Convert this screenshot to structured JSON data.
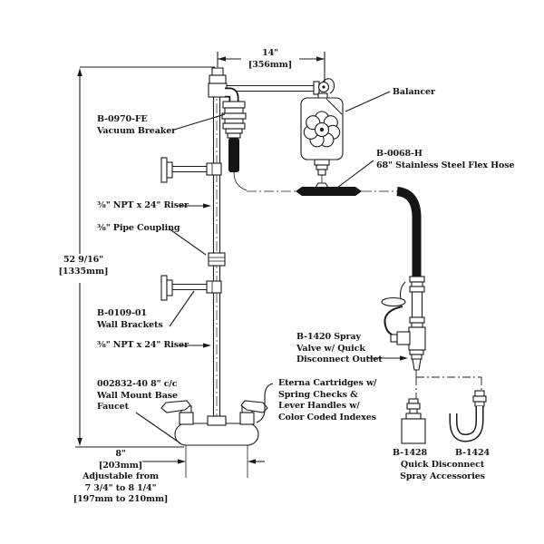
{
  "diagram_title": "Wall mount faucet with spray valve assembly diagram",
  "ink_color": "#1b1b1b",
  "background_color": "#ffffff",
  "labels": {
    "dim_width": "14\"\n[356mm]",
    "balancer": "Balancer",
    "vacuum_breaker": "B-0970-FE\nVacuum Breaker",
    "flex_hose": "B-0068-H\n68\" Stainless Steel Flex Hose",
    "riser_upper": "⅜\" NPT x 24\" Riser",
    "pipe_coupling": "⅜\" Pipe Coupling",
    "dim_height": "52 9/16\"\n[1335mm]",
    "wall_brackets": "B-0109-01\nWall Brackets",
    "riser_lower": "⅜\" NPT x 24\" Riser",
    "spray_valve": "B-1420 Spray\nValve w/ Quick\nDisconnect Outlet",
    "faucet": "002832-40 8\" c/c\nWall Mount Base\nFaucet",
    "eterna": "Eterna Cartridges w/\nSpring Checks &\nLever Handles w/\nColor Coded Indexes",
    "dim_centers": "8\"\n[203mm]",
    "adjustable": "Adjustable from\n7 3/4\" to 8 1/4\"\n[197mm to 210mm]",
    "b1428": "B-1428",
    "b1424": "B-1424",
    "accessories": "Quick Disconnect\nSpray Accessories"
  }
}
